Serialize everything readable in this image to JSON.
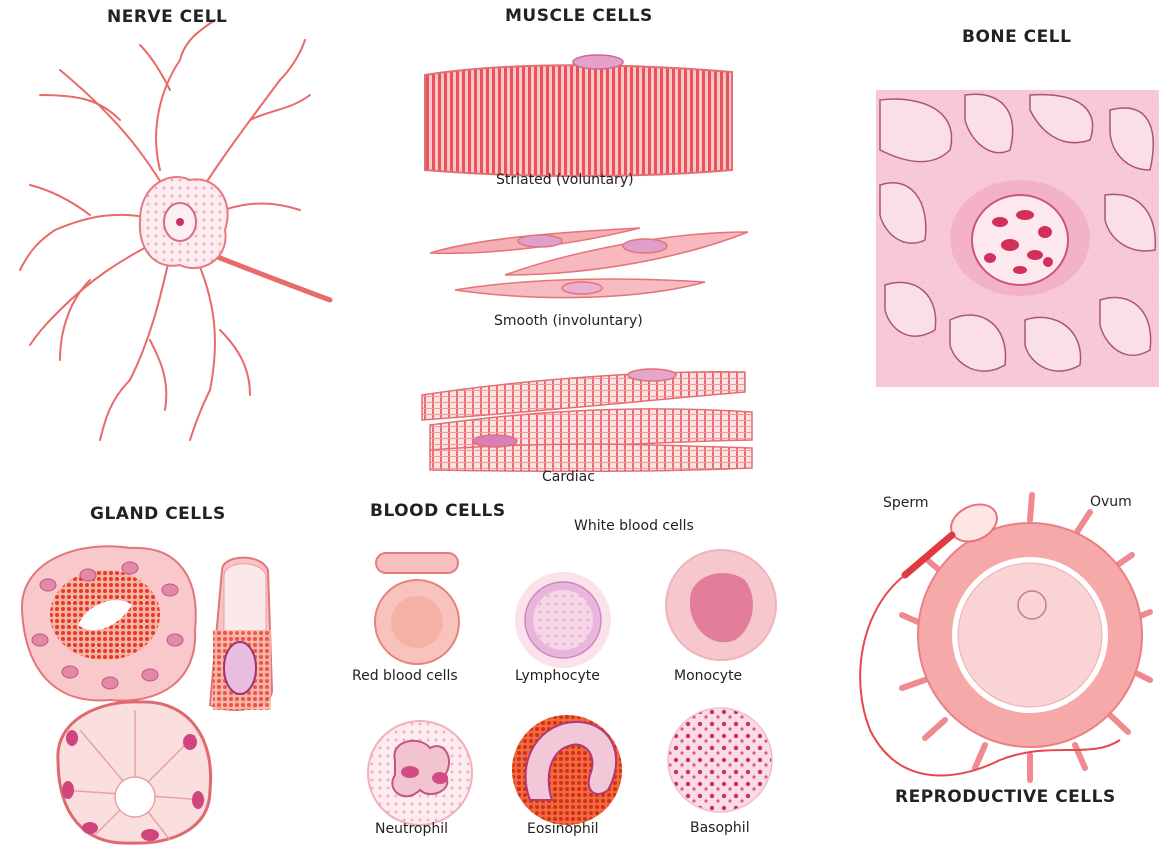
{
  "titles": {
    "nerve": "NERVE CELL",
    "muscle": "MUSCLE CELLS",
    "bone": "BONE CELL",
    "gland": "GLAND CELLS",
    "blood": "BLOOD CELLS",
    "reproductive": "REPRODUCTIVE CELLS"
  },
  "muscle_labels": {
    "striated": "Striated (voluntary)",
    "smooth": "Smooth (involuntary)",
    "cardiac": "Cardiac"
  },
  "blood_labels": {
    "white_header": "White blood cells",
    "red": "Red blood cells",
    "lymphocyte": "Lymphocyte",
    "monocyte": "Monocyte",
    "neutrophil": "Neutrophil",
    "eosinophil": "Eosinophil",
    "basophil": "Basophil"
  },
  "reproductive_labels": {
    "sperm": "Sperm",
    "ovum": "Ovum"
  },
  "colors": {
    "cell_pink": "#f4b6bf",
    "cell_red": "#e8464f",
    "membrane": "#e07a80",
    "nucleus_purple": "#c76aa8"
  }
}
